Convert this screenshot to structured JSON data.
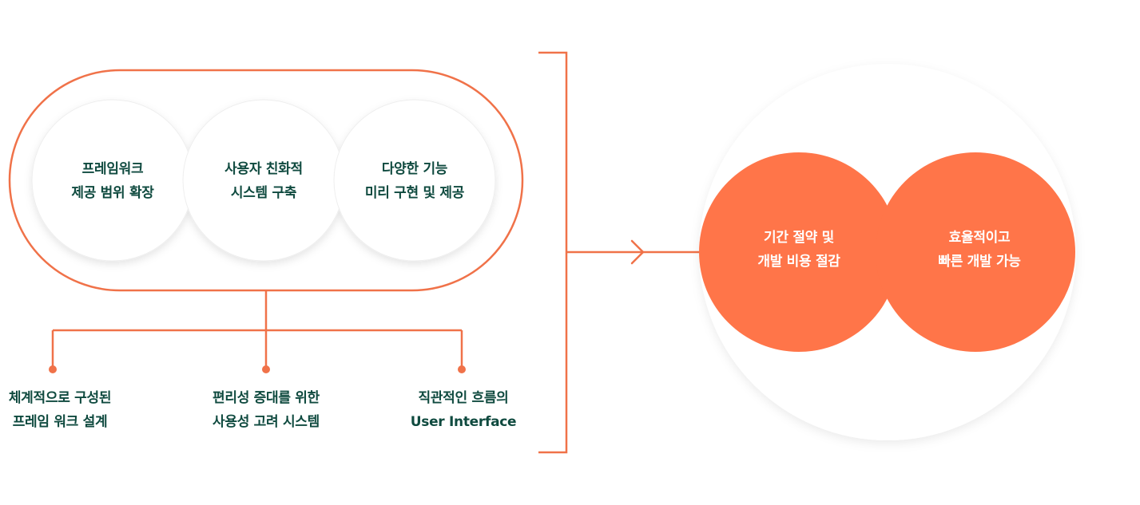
{
  "colors": {
    "accent": "#f07249",
    "circle_fill": "#ff7549",
    "text_dark": "#0f4a3f",
    "text_light": "#ffffff"
  },
  "features": [
    {
      "line1": "프레임워크",
      "line2": "제공 범위 확장"
    },
    {
      "line1": "사용자 친화적",
      "line2": "시스템 구축"
    },
    {
      "line1": "다양한 기능",
      "line2": "미리 구현 및 제공"
    }
  ],
  "points": [
    {
      "line1": "체계적으로 구성된",
      "line2": "프레임 워크 설계"
    },
    {
      "line1": "편리성 증대를 위한",
      "line2": "사용성 고려 시스템"
    },
    {
      "line1": "직관적인 흐름의",
      "line2": "User Interface"
    }
  ],
  "results": [
    {
      "line1": "기간 절약 및",
      "line2": "개발 비용 절감"
    },
    {
      "line1": "효율적이고",
      "line2": "빠른 개발 가능"
    }
  ]
}
